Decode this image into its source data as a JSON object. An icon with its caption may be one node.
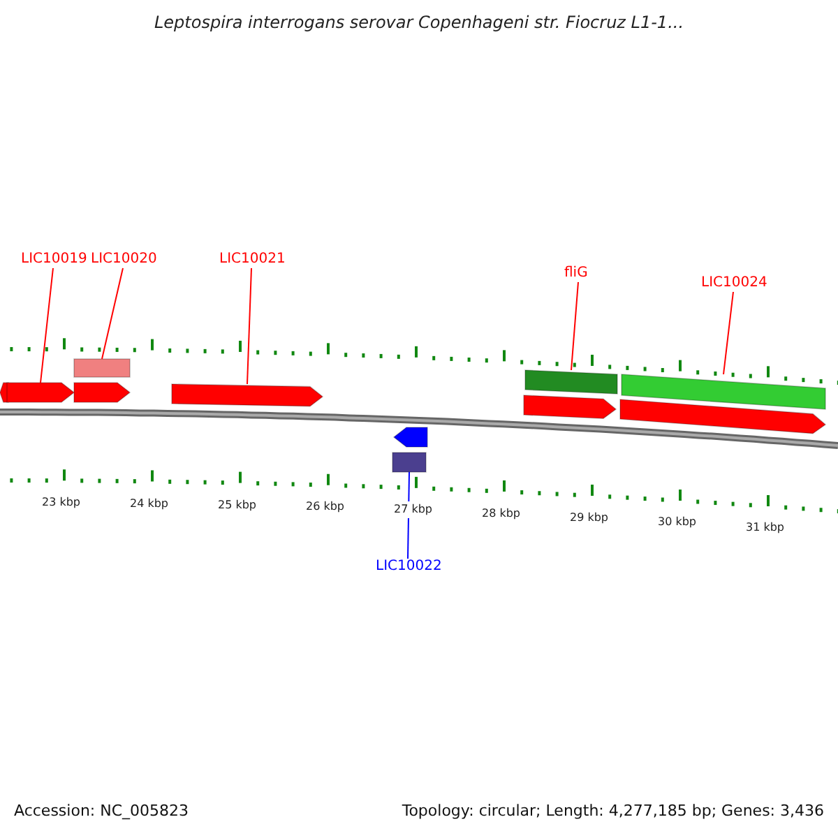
{
  "diagram": {
    "title": "Leptospira interrogans serovar Copenhageni str. Fiocruz L1-1...",
    "nodes": [
      {
        "text": [
          "LIC10019"
        ]
      },
      {
        "text": [
          "LIC10020"
        ]
      },
      {
        "text": [
          "LIC10021"
        ]
      },
      {
        "text": [
          "fliG"
        ]
      },
      {
        "text": [
          "LIC10024"
        ]
      },
      {
        "text": [
          "LIC10022"
        ]
      },
      {
        "text": [],
        "shape": "arrow"
      },
      {
        "text": [],
        "shape": "arrow"
      },
      {
        "text": [],
        "shape": "box"
      },
      {
        "text": [],
        "shape": "arrow"
      },
      {
        "text": [],
        "shape": "arrow"
      },
      {
        "text": [],
        "shape": "arrow"
      },
      {
        "text": [],
        "shape": "box"
      },
      {
        "text": [],
        "shape": "box"
      },
      {
        "text": [],
        "shape": "arrow"
      },
      {
        "text": [],
        "shape": "box"
      },
      {
        "text": [],
        "shape": "arrow"
      }
    ],
    "edges": [
      {
        "from": 0,
        "to": 7,
        "arrow": "none"
      },
      {
        "from": 1,
        "to": 8,
        "arrow": "none"
      },
      {
        "from": 2,
        "to": 10,
        "arrow": "none"
      },
      {
        "from": 3,
        "to": 13,
        "arrow": "none"
      },
      {
        "from": 4,
        "to": 15,
        "arrow": "none"
      },
      {
        "from": 5,
        "to": 12,
        "arrow": "none",
        "color": "#0000ff"
      }
    ],
    "labels": [
      "23 kbp",
      "24 kbp",
      "25 kbp",
      "26 kbp",
      "27 kbp",
      "28 kbp",
      "29 kbp",
      "30 kbp",
      "31 kbp",
      "Accession: NC_005823",
      "Topology: circular; Length: 4,277,185 bp; Genes: 3,436"
    ]
  }
}
